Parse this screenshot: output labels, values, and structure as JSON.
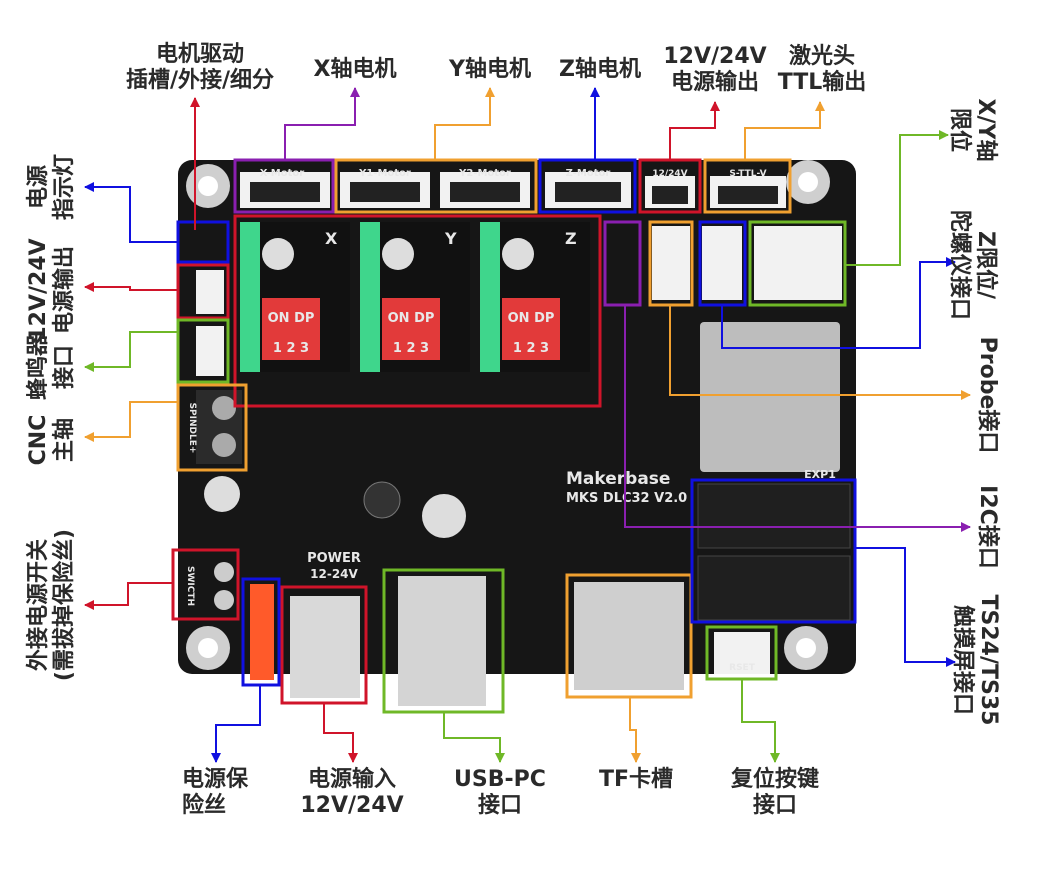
{
  "colors": {
    "red": "#d0142a",
    "blue": "#1010e0",
    "green": "#6fb827",
    "orange": "#f0a030",
    "purple": "#8a1fb0",
    "board": "#161616"
  },
  "top_labels": [
    {
      "lines": [
        "电机驱动",
        "插槽/外接/细分"
      ],
      "color": "red"
    },
    {
      "lines": [
        "X轴电机"
      ],
      "color": "purple"
    },
    {
      "lines": [
        "Y轴电机"
      ],
      "color": "orange"
    },
    {
      "lines": [
        "Z轴电机"
      ],
      "color": "blue"
    },
    {
      "lines": [
        "12V/24V",
        "电源输出"
      ],
      "color": "red"
    },
    {
      "lines": [
        "激光头",
        "TTL输出"
      ],
      "color": "orange"
    }
  ],
  "left_labels": [
    {
      "lines": [
        "电源",
        "指示灯"
      ],
      "color": "blue"
    },
    {
      "lines": [
        "12V/24V",
        "电源输出"
      ],
      "color": "red"
    },
    {
      "lines": [
        "蜂鸣器",
        "接口"
      ],
      "color": "green"
    },
    {
      "lines": [
        "CNC",
        "主轴"
      ],
      "color": "orange"
    },
    {
      "lines": [
        "外接电源开关",
        "(需拔掉保险丝)"
      ],
      "color": "red"
    }
  ],
  "right_labels": [
    {
      "lines": [
        "X/Y轴",
        "限位"
      ],
      "color": "green"
    },
    {
      "lines": [
        "Z限位/",
        "陀螺仪接口"
      ],
      "color": "blue"
    },
    {
      "lines": [
        "Probe接口"
      ],
      "color": "orange"
    },
    {
      "lines": [
        "I2C接口"
      ],
      "color": "purple"
    },
    {
      "lines": [
        "TS24/TS35",
        "触摸屏接口"
      ],
      "color": "blue"
    }
  ],
  "bottom_labels": [
    {
      "lines": [
        "电源保",
        "险丝"
      ],
      "color": "blue"
    },
    {
      "lines": [
        "电源输入",
        "12V/24V"
      ],
      "color": "red"
    },
    {
      "lines": [
        "USB-PC",
        "接口"
      ],
      "color": "green"
    },
    {
      "lines": [
        "TF卡槽"
      ],
      "color": "orange"
    },
    {
      "lines": [
        "复位按键",
        "接口"
      ],
      "color": "green"
    }
  ],
  "board_silk": {
    "x_motor": "X-Motor",
    "y1_motor": "Y1-Motor",
    "y2_motor": "Y2-Motor",
    "z_motor": "Z-Motor",
    "power_out": "12/24V",
    "ttl": "S-TTL-V",
    "brand": "Makerbase",
    "model": "MKS DLC32 V2.0",
    "power": "POWER",
    "power_range": "12-24V",
    "exp": "EXP1",
    "spindle": "SPINDLE+",
    "switch": "SWICTH",
    "axis_x": "X",
    "axis_y": "Y",
    "axis_z": "Z",
    "dip_on": "ON DP",
    "dip_nums": "1 2 3",
    "reset": "RSET"
  }
}
